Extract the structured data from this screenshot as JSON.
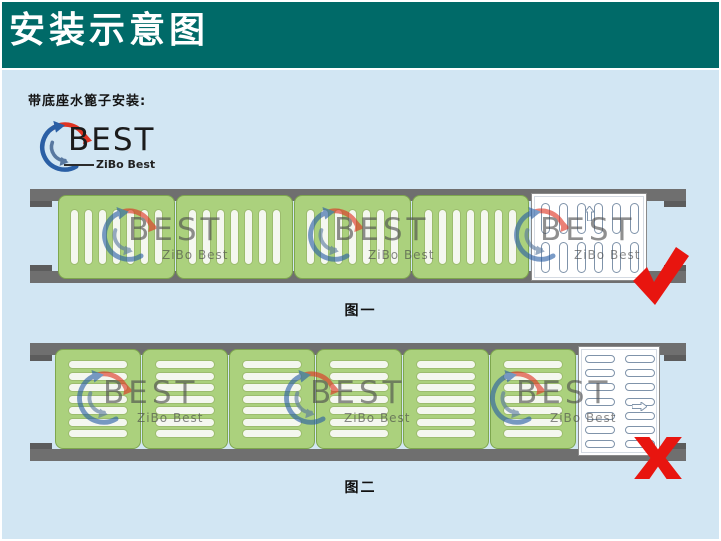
{
  "header": {
    "title": "安装示意图"
  },
  "subtitle": "带底座水篦子安装:",
  "logo": {
    "name": "BEST",
    "subname": "ZiBo Best"
  },
  "watermark": {
    "name": "BEST",
    "subname": "ZiBo Best"
  },
  "figures": [
    {
      "caption": "图一",
      "green_grate_count": 4,
      "slots_per_grate": 7,
      "slot_orientation": "vertical",
      "outline_grate": {
        "slot_rows": 2,
        "slot_cols": 6,
        "arrow_icon": "up-arrow-icon"
      },
      "result": "correct",
      "result_icon": "checkmark-icon"
    },
    {
      "caption": "图二",
      "green_grate_count": 6,
      "slots_per_grate": 7,
      "slot_orientation": "horizontal",
      "outline_grate": {
        "slot_rows": 7,
        "slot_cols": 2,
        "arrow_icon": "right-arrow-icon"
      },
      "result": "incorrect",
      "result_icon": "cross-icon"
    }
  ],
  "colors": {
    "header_bg": "#006a68",
    "content_bg": "#d2e6f3",
    "grate_green": "#abd17d",
    "grate_green_border": "#7ea74e",
    "rail_gray": "#6f6f6f",
    "slot_white": "#f4f7ef",
    "result_red": "#e8150f",
    "outline_blue": "#7f93aa"
  }
}
